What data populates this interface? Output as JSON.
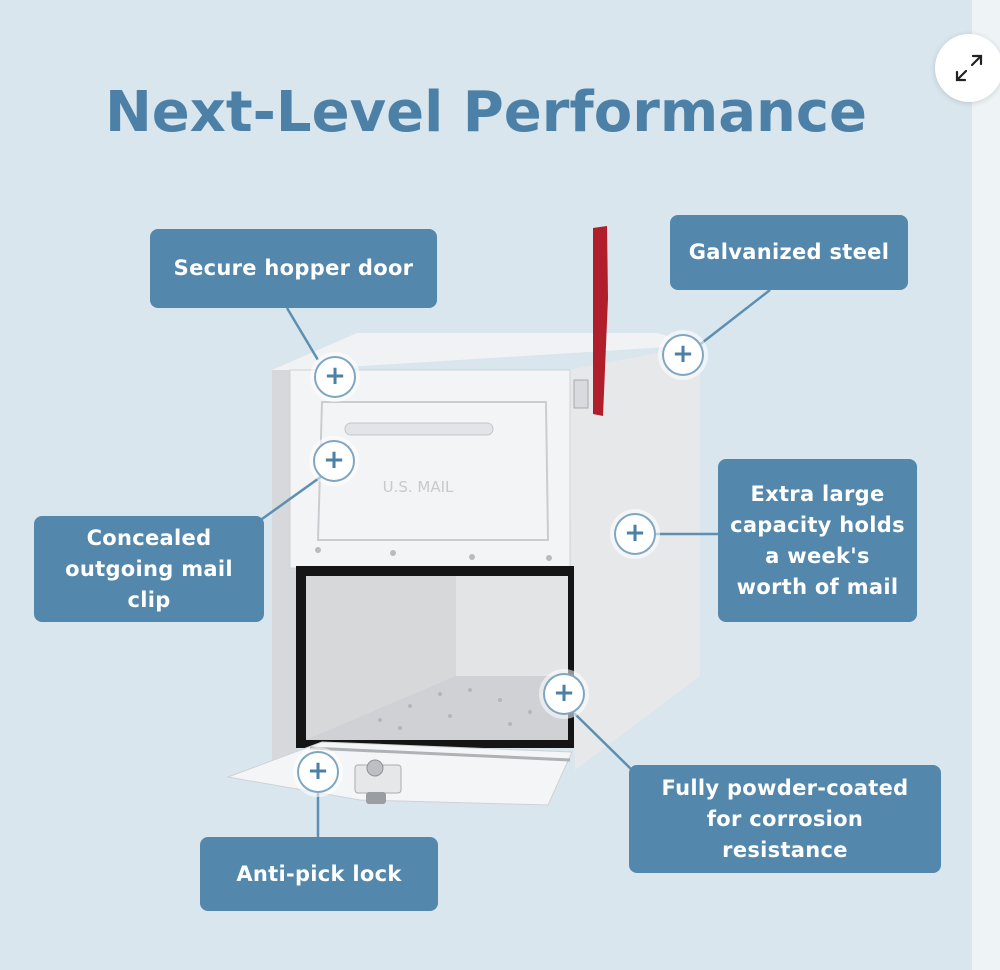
{
  "title": "Next-Level Performance",
  "mailbox_stamp": "U.S. MAIL",
  "icons": {
    "expand": "expand-arrows-icon",
    "marker": "plus-icon",
    "marker_glyph": "+"
  },
  "colors": {
    "background": "#d9e6ee",
    "callout": "#5387ab",
    "title": "#4c80a6",
    "flag": "#b01e2b"
  },
  "callouts": {
    "hopper": "Secure hopper door",
    "steel": "Galvanized steel",
    "clip": "Concealed outgoing mail clip",
    "capacity": "Extra large capacity holds a week's worth of mail",
    "coating": "Fully powder-coated for corrosion resistance",
    "lock": "Anti-pick lock"
  }
}
